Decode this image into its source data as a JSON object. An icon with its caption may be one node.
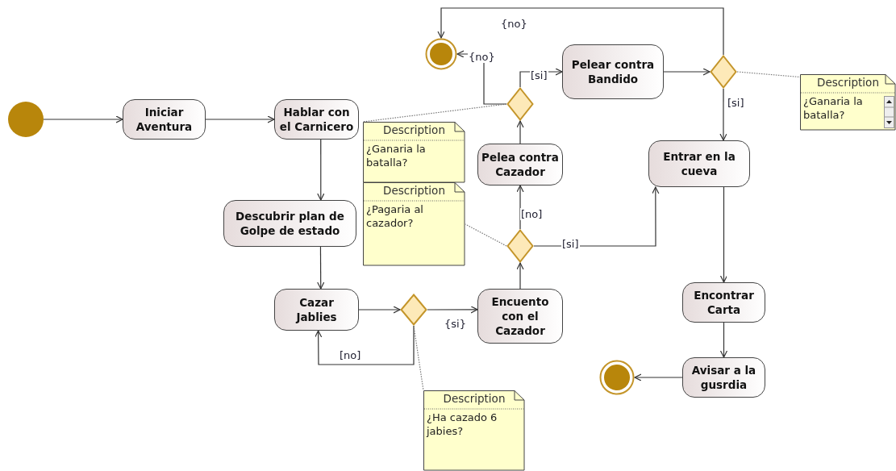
{
  "diagram": {
    "nodes": [
      {
        "text": [],
        "shape": "circle"
      },
      {
        "text": [
          "Iniciar Aventura"
        ]
      },
      {
        "text": [
          "Hablar con el Carnicero"
        ]
      },
      {
        "text": [
          "Descubrir plan de Golpe de estado"
        ]
      },
      {
        "text": [
          "Cazar Jablies"
        ]
      },
      {
        "text": [],
        "shape": "diamond"
      },
      {
        "text": [
          "Encuento con el Cazador"
        ]
      },
      {
        "text": [],
        "shape": "diamond"
      },
      {
        "text": [
          "Pelea contra Cazador"
        ]
      },
      {
        "text": [],
        "shape": "diamond"
      },
      {
        "text": [
          "Pelear contra Bandido"
        ]
      },
      {
        "text": [],
        "shape": "circle"
      },
      {
        "text": [],
        "shape": "diamond"
      },
      {
        "text": [
          "Entrar en la cueva"
        ]
      },
      {
        "text": [
          "Encontrar Carta"
        ]
      },
      {
        "text": [
          "Avisar a la gusrdia"
        ]
      },
      {
        "text": [],
        "shape": "circle"
      },
      {
        "text": [
          "Description",
          "¿Ganaria la batalla?"
        ]
      },
      {
        "text": [
          "Description",
          "¿Pagaria al cazador?"
        ]
      },
      {
        "text": [
          "Description",
          "¿Ha cazado 6 jabies?"
        ]
      },
      {
        "text": [
          "Description",
          "¿Ganaria la batalla?"
        ]
      }
    ],
    "edges": [
      {
        "from": 0,
        "to": 1,
        "arrow": "to"
      },
      {
        "from": 1,
        "to": 2,
        "arrow": "to"
      },
      {
        "from": 2,
        "to": 3,
        "arrow": "to"
      },
      {
        "from": 3,
        "to": 4,
        "arrow": "to"
      },
      {
        "from": 4,
        "to": 5,
        "arrow": "to"
      },
      {
        "from": 5,
        "to": 6,
        "arrow": "to",
        "label": "{si}"
      },
      {
        "from": 5,
        "to": 4,
        "arrow": "to",
        "label": "[no]"
      },
      {
        "from": 6,
        "to": 7,
        "arrow": "to"
      },
      {
        "from": 7,
        "to": 8,
        "arrow": "to",
        "label": "[no]"
      },
      {
        "from": 7,
        "to": 13,
        "arrow": "to",
        "label": "[si]"
      },
      {
        "from": 8,
        "to": 9,
        "arrow": "to"
      },
      {
        "from": 9,
        "to": 10,
        "arrow": "to",
        "label": "[si]"
      },
      {
        "from": 9,
        "to": 11,
        "arrow": "to",
        "label": "{no}"
      },
      {
        "from": 10,
        "to": 12,
        "arrow": "to"
      },
      {
        "from": 12,
        "to": 11,
        "arrow": "to",
        "label": "{no}"
      },
      {
        "from": 12,
        "to": 13,
        "arrow": "to",
        "label": "[si]"
      },
      {
        "from": 13,
        "to": 14,
        "arrow": "to"
      },
      {
        "from": 14,
        "to": 15,
        "arrow": "to"
      },
      {
        "from": 15,
        "to": 16,
        "arrow": "to"
      },
      {
        "from": 9,
        "to": 17,
        "arrow": "none",
        "style": "dashed"
      },
      {
        "from": 7,
        "to": 18,
        "arrow": "none",
        "style": "dashed"
      },
      {
        "from": 5,
        "to": 19,
        "arrow": "none",
        "style": "dashed"
      },
      {
        "from": 12,
        "to": 20,
        "arrow": "none",
        "style": "dashed"
      }
    ]
  }
}
